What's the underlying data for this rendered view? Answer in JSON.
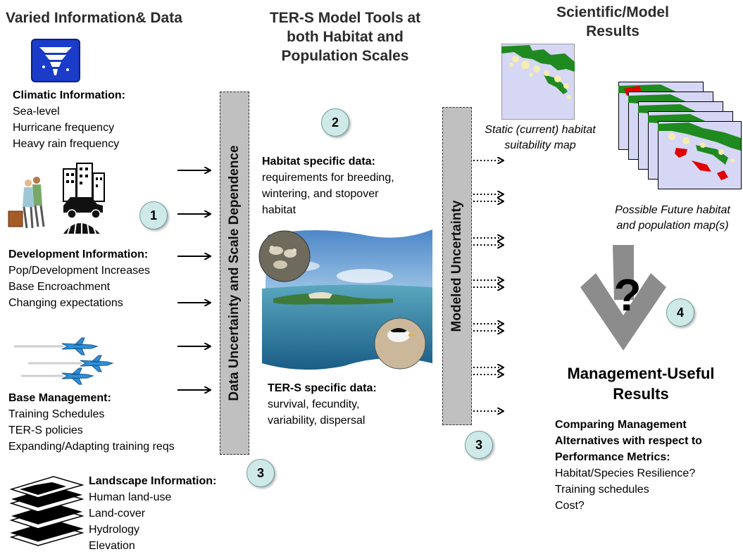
{
  "headings": {
    "left": "Varied Information& Data",
    "middle": [
      "TER-S Model Tools at",
      "both Habitat and",
      "Population Scales"
    ],
    "right": [
      "Scientific/Model",
      "Results"
    ]
  },
  "climatic": {
    "title": "Climatic Information:",
    "items": [
      "Sea-level",
      "Hurricane frequency",
      "Heavy rain frequency"
    ]
  },
  "development": {
    "title": "Development Information:",
    "items": [
      "Pop/Development Increases",
      "Base Encroachment",
      "Changing expectations"
    ]
  },
  "base_management": {
    "title": "Base Management:",
    "items": [
      "Training Schedules",
      "TER-S policies",
      "Expanding/Adapting training reqs"
    ]
  },
  "landscape": {
    "title": "Landscape Information:",
    "items": [
      "Human land-use",
      "Land-cover",
      "Hydrology",
      "Elevation"
    ]
  },
  "bars": {
    "data_uncertainty": "Data Uncertainty and Scale Dependence",
    "modeled_uncertainty": "Modeled Uncertainty"
  },
  "habitat": {
    "title": "Habitat specific data:",
    "lines": [
      "requirements for breeding,",
      "wintering, and stopover",
      "habitat"
    ]
  },
  "ters": {
    "title": "TER-S specific data:",
    "lines": [
      "survival, fecundity,",
      "variability, dispersal"
    ]
  },
  "static_map_caption": [
    "Static (current) habitat",
    "suitability map"
  ],
  "future_map_caption": [
    "Possible Future habitat",
    "and population map(s)"
  ],
  "badges": {
    "one": "1",
    "two": "2",
    "three_a": "3",
    "three_b": "3",
    "four": "4"
  },
  "question_mark": "?",
  "management": {
    "title": [
      "Management-Useful",
      "Results"
    ],
    "subtitle": [
      "Comparing Management",
      "Alternatives with respect to",
      "Performance Metrics:"
    ],
    "items": [
      "Habitat/Species Resilience?",
      "Training schedules",
      "Cost?"
    ]
  },
  "colors": {
    "badge_fill": "#cfe9e9",
    "bar_gray": "#c0c0c0",
    "map_lavender": "#d6d6f5",
    "map_green": "#1f8a1f",
    "map_red": "#e00000",
    "funnel_gray": "#8c8c8c"
  }
}
